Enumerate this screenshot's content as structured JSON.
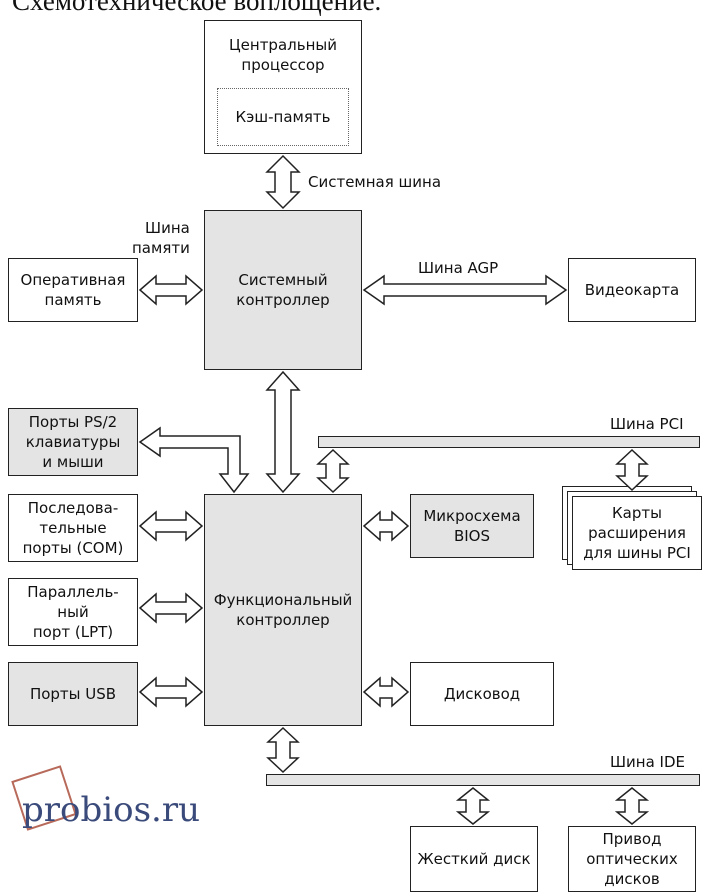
{
  "heading": "Схемотехническое воплощение.",
  "cpu": {
    "label": "Центральный\nпроцессор",
    "cache": "Кэш-память"
  },
  "buses": {
    "system": "Системная шина",
    "memory": "Шина\nпамяти",
    "agp": "Шина AGP",
    "pci": "Шина PCI",
    "ide": "Шина IDE"
  },
  "blocks": {
    "ram": "Оперативная\nпамять",
    "northbridge": "Системный\nконтроллер",
    "video": "Видеокарта",
    "ps2": "Порты PS/2\nклавиатуры\nи мыши",
    "com": "Последова-\nтельные\nпорты (COM)",
    "lpt": "Параллель-\nный\nпорт (LPT)",
    "usb": "Порты USB",
    "southbridge": "Функциональный\nконтроллер",
    "bios": "Микросхема\nBIOS",
    "pci_cards": "Карты\nрасширения\nдля шины PCI",
    "floppy": "Дисковод",
    "hdd": "Жесткий диск",
    "optical": "Привод\nоптических\nдисков"
  },
  "watermark": "probios.ru"
}
